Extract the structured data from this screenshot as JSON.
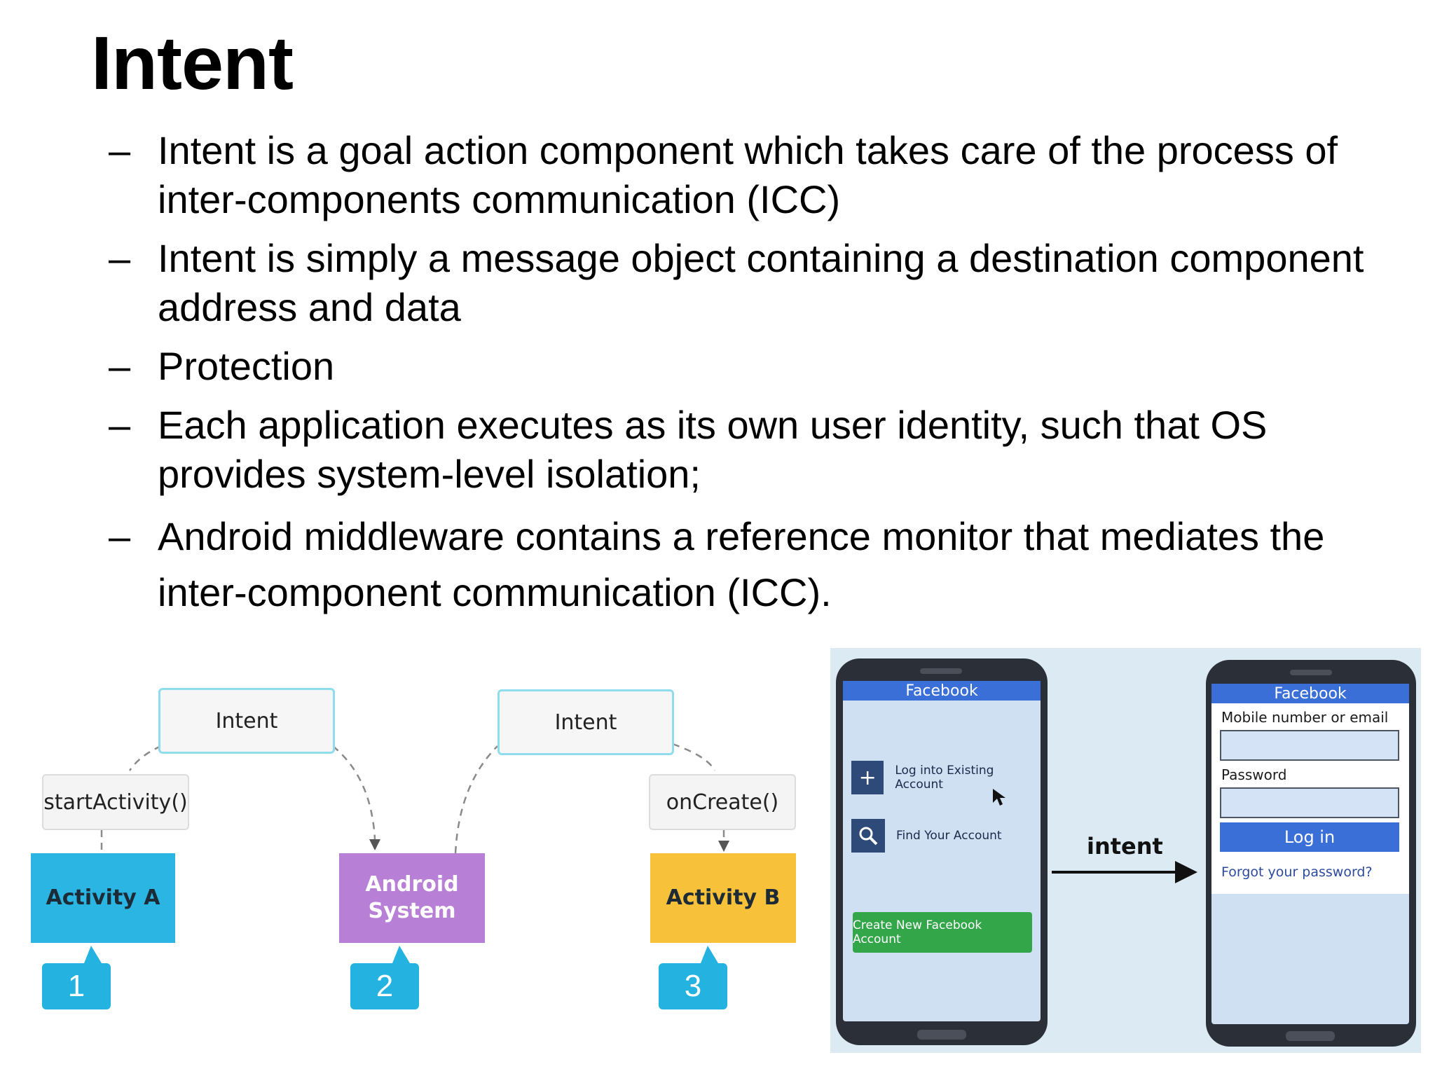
{
  "slide": {
    "title": "Intent",
    "dash": "–",
    "bullets": [
      "Intent is a goal action component which takes care of  the process of inter-components communication (ICC)",
      "Intent is simply a message object containing a destination component address and data",
      "Protection",
      "Each application executes as its own user identity, such that OS provides system-level isolation;",
      "Android middleware contains a reference monitor that mediates the inter-component communication (ICC)."
    ]
  },
  "diagram": {
    "intent_left": "Intent",
    "intent_right": "Intent",
    "start_activity": "startActivity()",
    "on_create": "onCreate()",
    "activity_a": "Activity A",
    "android_system_line1": "Android",
    "android_system_line2": "System",
    "activity_b": "Activity B",
    "step1": "1",
    "step2": "2",
    "step3": "3",
    "colors": {
      "activity_a": "#2bb5e3",
      "android_system": "#b77fd6",
      "activity_b": "#f8c13a",
      "step_badge": "#24b2e0",
      "intent_border": "#8fdcec"
    }
  },
  "phones": {
    "left": {
      "header": "Facebook",
      "log_into": "Log into Existing Account",
      "find_account": "Find Your Account",
      "create_account": "Create New Facebook Account",
      "plus_icon": "plus-icon",
      "search_icon": "search-icon",
      "cursor_icon": "mouse-cursor-icon"
    },
    "arrow_label": "intent",
    "right": {
      "header": "Facebook",
      "email_label": "Mobile number or email",
      "password_label": "Password",
      "login_button": "Log in",
      "forgot": "Forgot your password?"
    },
    "colors": {
      "facebook_blue": "#3a6fd8",
      "create_green": "#34a64a"
    }
  }
}
